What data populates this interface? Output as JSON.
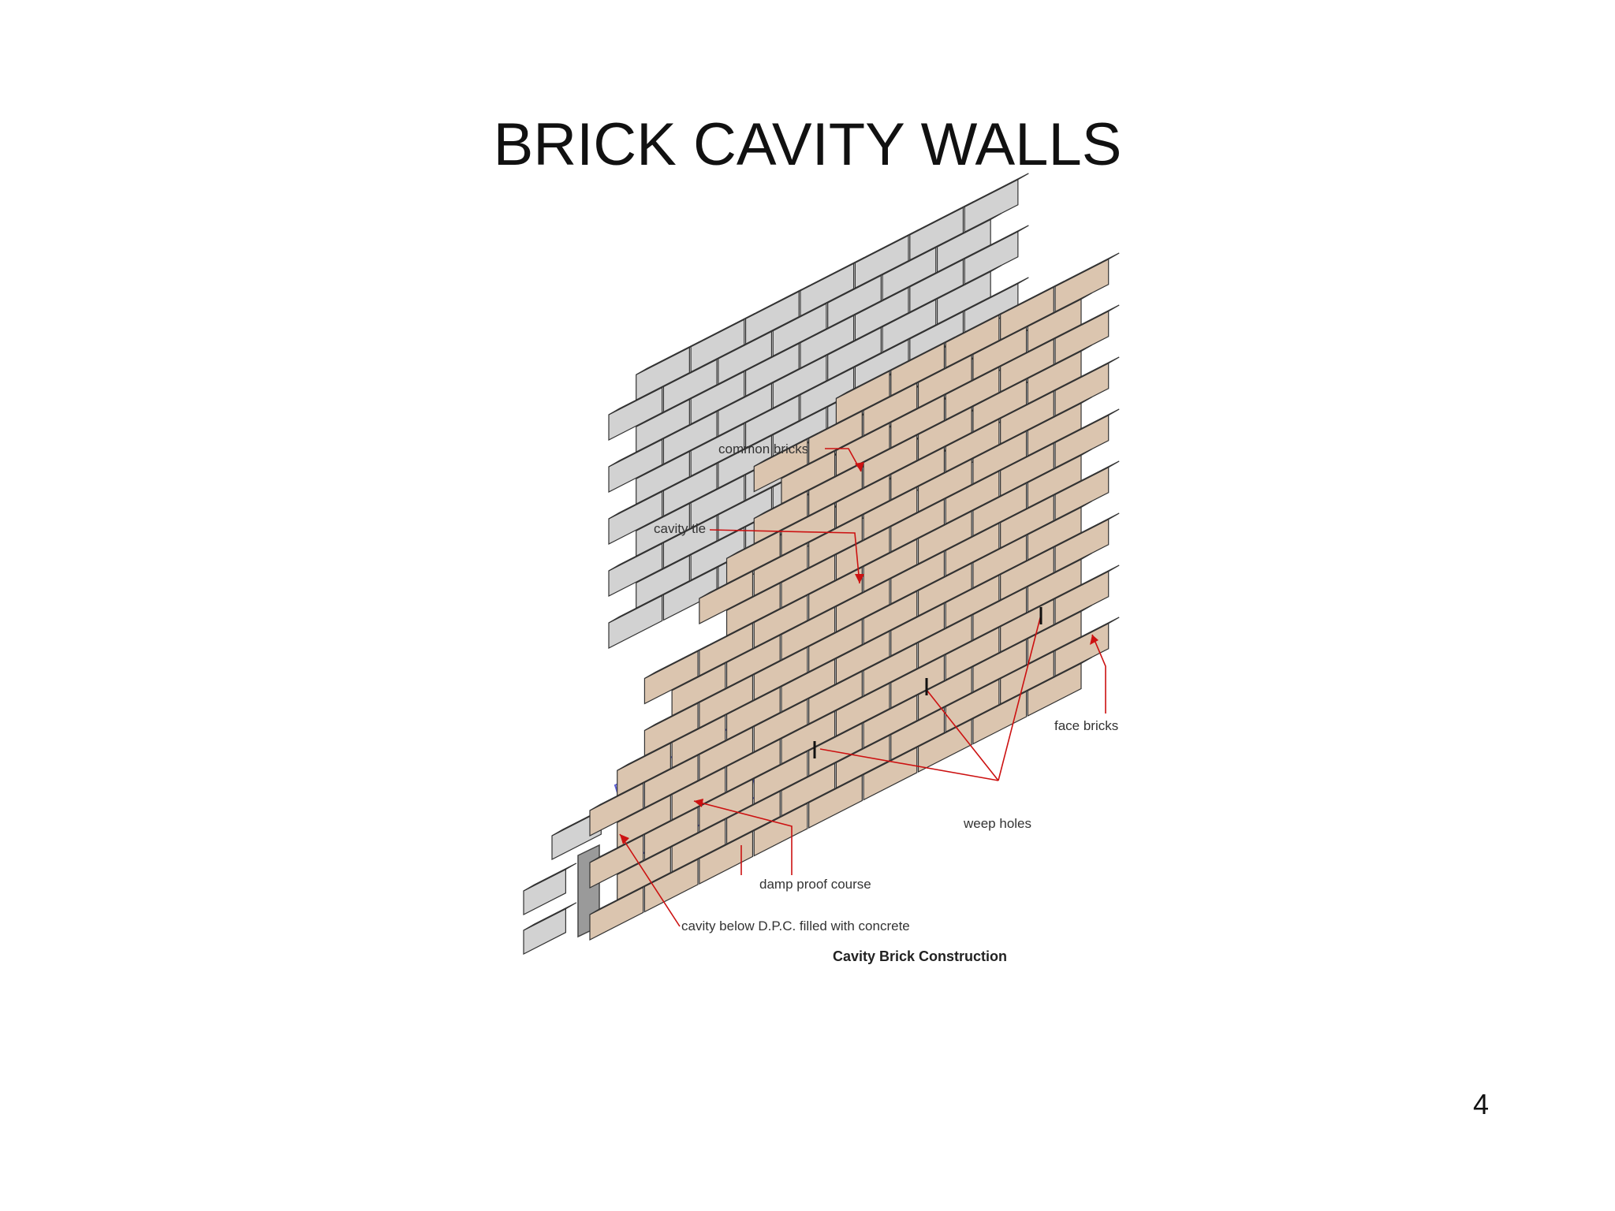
{
  "slide": {
    "title": "BRICK CAVITY WALLS",
    "page_number": "4"
  },
  "diagram": {
    "caption": "Cavity Brick Construction",
    "labels": {
      "common_bricks": "common bricks",
      "cavity_tie": "cavity tie",
      "face_bricks": "face bricks",
      "weep_holes": "weep holes",
      "damp_proof_course": "damp  proof course",
      "cavity_below_dpc": "cavity below D.P.C. filled with concrete"
    },
    "colors": {
      "common_brick": "#e4e4e4",
      "face_brick": "#eed6be",
      "leader_line": "#cc1111",
      "dpc_outline": "#5c5fd0",
      "concrete": "#9a9a9a"
    }
  }
}
